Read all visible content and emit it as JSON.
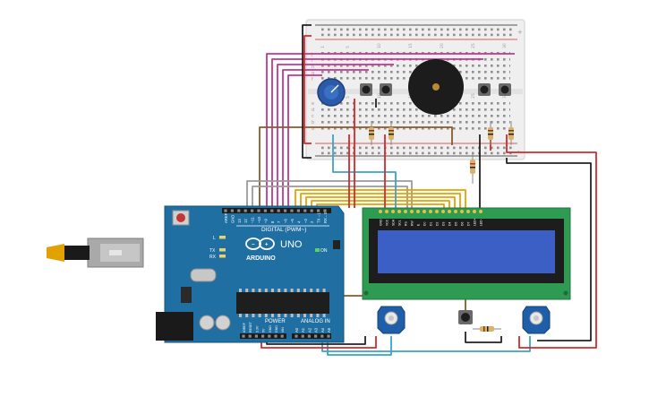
{
  "board": {
    "brand": "ARDUINO",
    "model": "UNO",
    "digital_header": "DIGITAL (PWM~)",
    "power_header": "POWER",
    "analog_header": "ANALOG IN",
    "on_label": "ON",
    "l_label": "L",
    "tx_label": "TX",
    "rx_label": "RX",
    "digital_pins": [
      "AREF",
      "GND",
      "13",
      "12",
      "~11",
      "~10",
      "~9",
      "8",
      "7",
      "~6",
      "~5",
      "4",
      "~3",
      "2",
      "TX→1",
      "RX←0"
    ],
    "power_pins": [
      "IOREF",
      "RESET",
      "3.3V",
      "5V",
      "GND",
      "GND",
      "VIN"
    ],
    "analog_pins": [
      "A0",
      "A1",
      "A2",
      "A3",
      "A4",
      "A5"
    ]
  },
  "lcd": {
    "pins": [
      "GND",
      "VCC",
      "SDA",
      "SCL",
      "RS",
      "RW",
      "E",
      "D0",
      "D1",
      "D2",
      "D3",
      "D4",
      "D5",
      "D6",
      "D7",
      "LED+",
      "LED-"
    ]
  },
  "breadboard": {
    "rows_top": [
      "j",
      "i",
      "h",
      "g",
      "f"
    ],
    "rows_bottom": [
      "e",
      "d",
      "c",
      "b",
      "a"
    ],
    "columns": [
      "1",
      "",
      "",
      "",
      "5",
      "",
      "",
      "",
      "",
      "10",
      "",
      "",
      "",
      "",
      "15",
      "",
      "",
      "",
      "",
      "20",
      "",
      "",
      "",
      "",
      "25",
      "",
      "",
      "",
      "",
      "30"
    ],
    "rail_plus": "+",
    "rail_minus": "-"
  },
  "colors": {
    "board": "#1f6fa3",
    "lcd_pcb": "#2f9a52",
    "lcd_screen": "#3b5fc4",
    "breadboard": "#f1f1f1",
    "wire_red": "#d42a2a",
    "wire_black": "#222222",
    "wire_magenta": "#c0388f",
    "wire_orange": "#e8a000",
    "wire_brown": "#8a5a2a",
    "wire_cyan": "#3aa3c8",
    "wire_gray": "#9a9a9a"
  }
}
